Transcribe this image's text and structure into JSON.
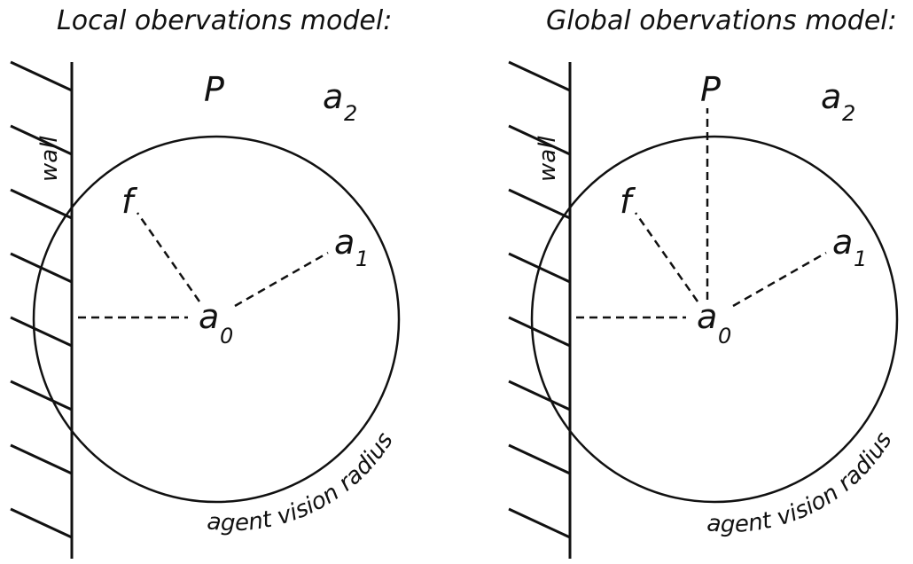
{
  "panels": [
    {
      "title": "Local obervations model:",
      "wall_label": "wall",
      "labels": {
        "P": "P",
        "a2": "a",
        "a2_sub": "2",
        "f": "f",
        "a1": "a",
        "a1_sub": "1",
        "a0": "a",
        "a0_sub": "0"
      },
      "radius_label": "agent vision radius"
    },
    {
      "title": "Global obervations model:",
      "wall_label": "wall",
      "labels": {
        "P": "P",
        "a2": "a",
        "a2_sub": "2",
        "f": "f",
        "a1": "a",
        "a1_sub": "1",
        "a0": "a",
        "a0_sub": "0"
      },
      "radius_label": "agent vision radius"
    }
  ]
}
